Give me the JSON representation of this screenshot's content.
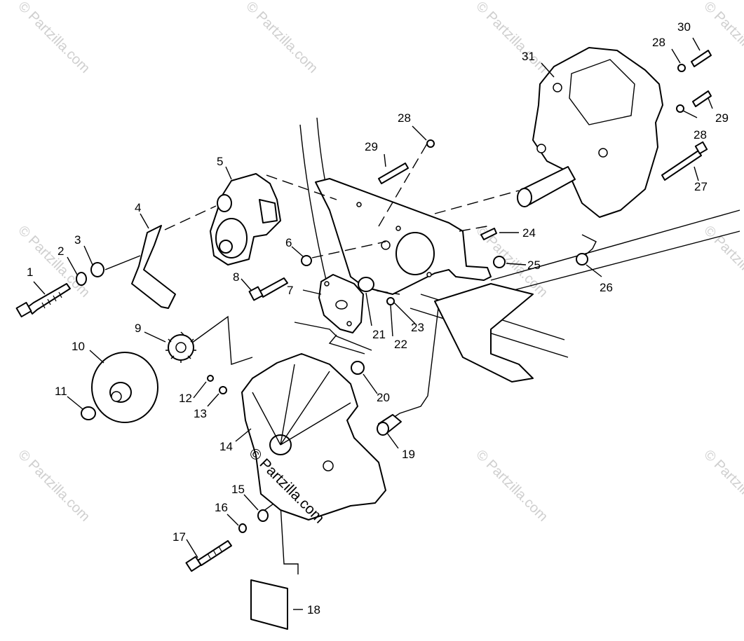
{
  "diagram": {
    "parts": [
      {
        "id": "part-1",
        "label": "1"
      },
      {
        "id": "part-2",
        "label": "2"
      },
      {
        "id": "part-3",
        "label": "3"
      },
      {
        "id": "part-4",
        "label": "4"
      },
      {
        "id": "part-5",
        "label": "5"
      },
      {
        "id": "part-6",
        "label": "6"
      },
      {
        "id": "part-7",
        "label": "7"
      },
      {
        "id": "part-8",
        "label": "8"
      },
      {
        "id": "part-9",
        "label": "9"
      },
      {
        "id": "part-10",
        "label": "10"
      },
      {
        "id": "part-11",
        "label": "11"
      },
      {
        "id": "part-12",
        "label": "12"
      },
      {
        "id": "part-13",
        "label": "13"
      },
      {
        "id": "part-14",
        "label": "14"
      },
      {
        "id": "part-15",
        "label": "15"
      },
      {
        "id": "part-16",
        "label": "16"
      },
      {
        "id": "part-17",
        "label": "17"
      },
      {
        "id": "part-18",
        "label": "18"
      },
      {
        "id": "part-19",
        "label": "19"
      },
      {
        "id": "part-20",
        "label": "20"
      },
      {
        "id": "part-21",
        "label": "21"
      },
      {
        "id": "part-22",
        "label": "22"
      },
      {
        "id": "part-23",
        "label": "23"
      },
      {
        "id": "part-24",
        "label": "24"
      },
      {
        "id": "part-25",
        "label": "25"
      },
      {
        "id": "part-26",
        "label": "26"
      },
      {
        "id": "part-27",
        "label": "27"
      },
      {
        "id": "part-28a",
        "label": "28"
      },
      {
        "id": "part-28b",
        "label": "28"
      },
      {
        "id": "part-28c",
        "label": "28"
      },
      {
        "id": "part-29a",
        "label": "29"
      },
      {
        "id": "part-29b",
        "label": "29"
      },
      {
        "id": "part-30",
        "label": "30"
      },
      {
        "id": "part-31",
        "label": "31"
      }
    ],
    "watermark": "© Partzilla.com",
    "watermark_center": "© Partzilla.com"
  }
}
